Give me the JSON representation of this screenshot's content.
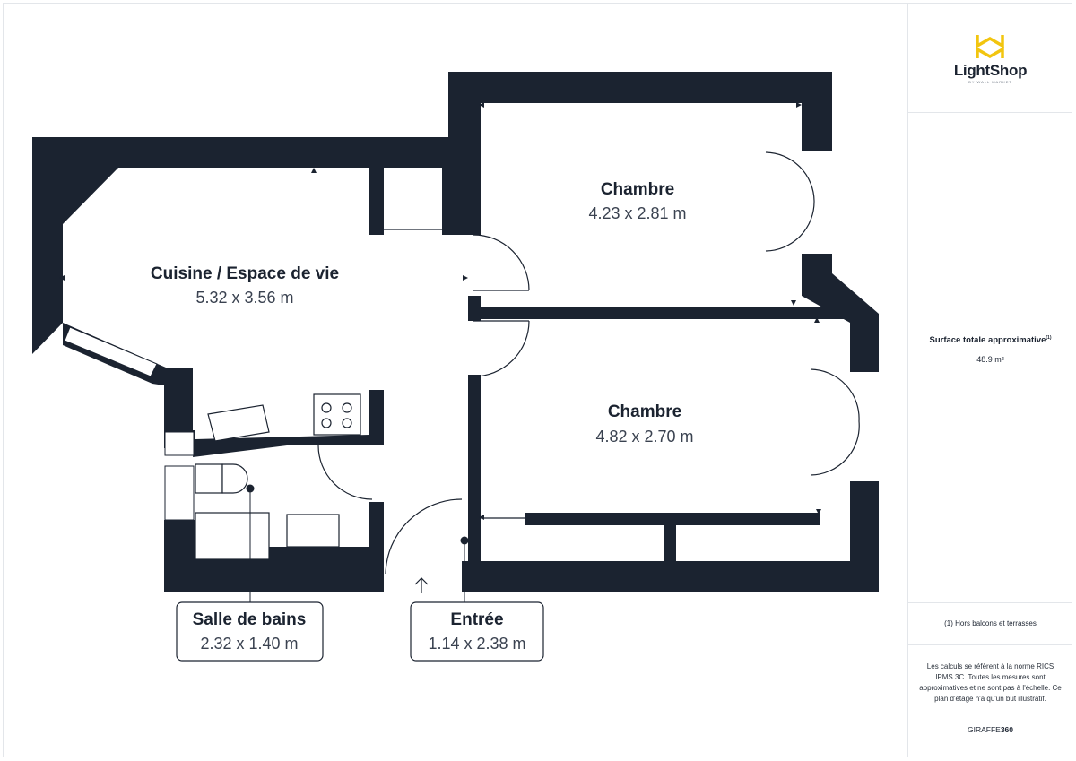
{
  "brand": {
    "logo_name": "LightShop",
    "logo_tagline": "BY WALL MARKET",
    "logo_color": "#f2c50f"
  },
  "rooms": [
    {
      "name": "Chambre",
      "dims": "4.23 x 2.81 m"
    },
    {
      "name": "Cuisine / Espace de vie",
      "dims": "5.32 x 3.56 m"
    },
    {
      "name": "Chambre",
      "dims": "4.82 x 2.70 m"
    },
    {
      "name": "Salle de bains",
      "dims": "2.32 x 1.40 m"
    },
    {
      "name": "Entrée",
      "dims": "1.14 x 2.38 m"
    }
  ],
  "summary": {
    "surface_label": "Surface totale approximative",
    "surface_footnote": "(1)",
    "surface_value": "48.9 m²",
    "footnote": "(1) Hors balcons et terrasses",
    "disclaimer": "Les calculs se réfèrent à la norme RICS IPMS 3C. Toutes les mesures sont approximatives et ne sont pas à l'échelle. Ce plan d'étage n'a qu'un but illustratif.",
    "provider_prefix": "GIRAFFE",
    "provider_suffix": "360"
  },
  "colors": {
    "wall": "#1b2330",
    "border": "#e3e6ea"
  }
}
